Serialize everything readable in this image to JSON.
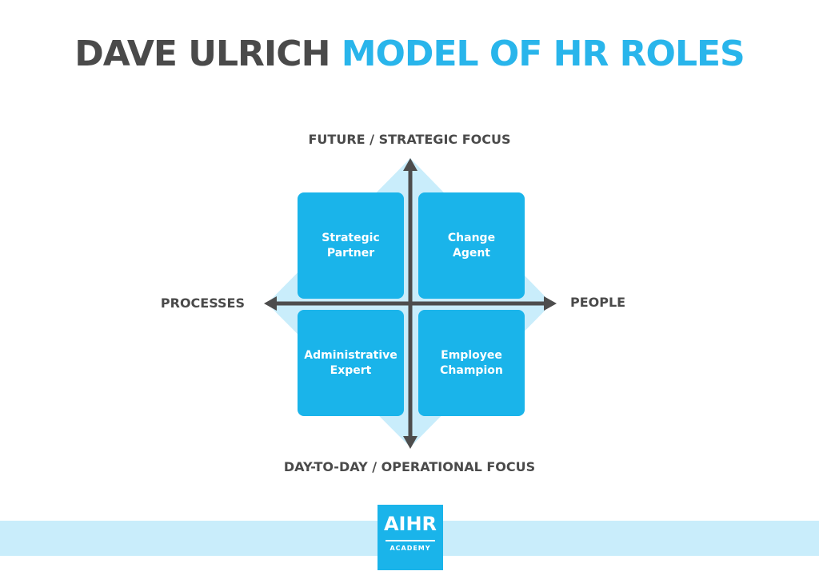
{
  "title": {
    "part1": "DAVE ULRICH ",
    "part2": "MODEL OF HR ROLES"
  },
  "axes": {
    "top": "FUTURE / STRATEGIC FOCUS",
    "bottom": "DAY-TO-DAY / OPERATIONAL FOCUS",
    "left": "PROCESSES",
    "right": "PEOPLE"
  },
  "quadrants": [
    {
      "line1": "Strategic",
      "line2": "Partner"
    },
    {
      "line1": "Change",
      "line2": "Agent"
    },
    {
      "line1": "Administrative",
      "line2": "Expert"
    },
    {
      "line1": "Employee",
      "line2": "Champion"
    }
  ],
  "logo": {
    "main": "AIHR",
    "sub": "ACADEMY"
  },
  "colors": {
    "accent_blue": "#1ab4ea",
    "light_blue": "#c9edfb",
    "dark_text": "#4a4a4a"
  }
}
